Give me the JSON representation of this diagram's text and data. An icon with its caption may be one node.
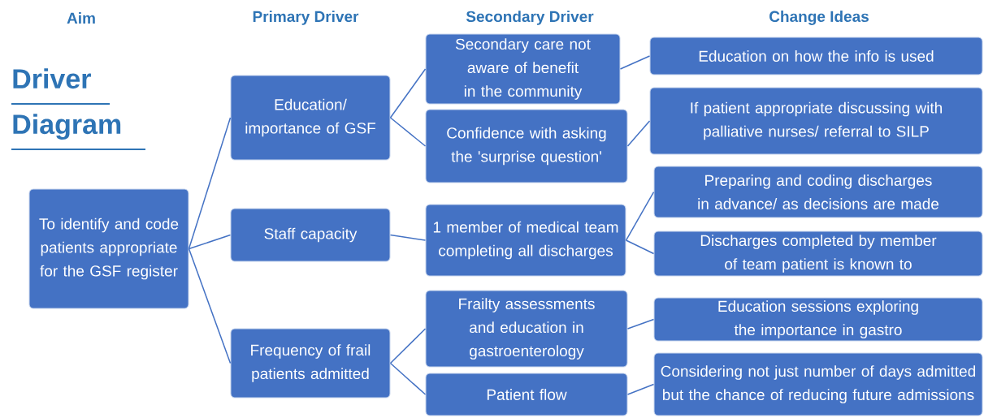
{
  "diagram": {
    "title": "Driver Diagram",
    "nodes": [
      {
        "text": [
          "To identify and code patients appropriate for the GSF register"
        ]
      },
      {
        "text": [
          "Education/ importance of GSF"
        ]
      },
      {
        "text": [
          "Staff capacity"
        ]
      },
      {
        "text": [
          "Frequency of frail patients admitted"
        ]
      },
      {
        "text": [
          "Secondary care not aware of benefit in the community"
        ]
      },
      {
        "text": [
          "Confidence with asking the 'surprise question'"
        ]
      },
      {
        "text": [
          "1 member of medical team completing all discharges"
        ]
      },
      {
        "text": [
          "Frailty assessments and education in gastroenterology"
        ]
      },
      {
        "text": [
          "Patient flow"
        ]
      },
      {
        "text": [
          "Education on how the info is used"
        ]
      },
      {
        "text": [
          "If patient appropriate discussing with palliative nurses/ referral to SILP"
        ]
      },
      {
        "text": [
          "Preparing and coding discharges in advance/ as decisions are made"
        ]
      },
      {
        "text": [
          "Discharges completed by member of team patient is known to"
        ]
      },
      {
        "text": [
          "Education sessions exploring the importance in gastro"
        ]
      },
      {
        "text": [
          "Considering not just number of days admitted but the chance of reducing future admissions"
        ]
      }
    ],
    "edges": [
      {
        "from": 0,
        "to": 1,
        "arrow": "none"
      },
      {
        "from": 0,
        "to": 2,
        "arrow": "none"
      },
      {
        "from": 0,
        "to": 3,
        "arrow": "none"
      },
      {
        "from": 1,
        "to": 4,
        "arrow": "none"
      },
      {
        "from": 1,
        "to": 5,
        "arrow": "none"
      },
      {
        "from": 2,
        "to": 6,
        "arrow": "none"
      },
      {
        "from": 3,
        "to": 7,
        "arrow": "none"
      },
      {
        "from": 3,
        "to": 8,
        "arrow": "none"
      },
      {
        "from": 4,
        "to": 9,
        "arrow": "none"
      },
      {
        "from": 5,
        "to": 10,
        "arrow": "none"
      },
      {
        "from": 6,
        "to": 11,
        "arrow": "none"
      },
      {
        "from": 6,
        "to": 12,
        "arrow": "none"
      },
      {
        "from": 7,
        "to": 13,
        "arrow": "none"
      },
      {
        "from": 8,
        "to": 14,
        "arrow": "none"
      }
    ],
    "labels": [
      "Aim",
      "Primary Driver",
      "Secondary Driver",
      "Change Ideas"
    ]
  }
}
